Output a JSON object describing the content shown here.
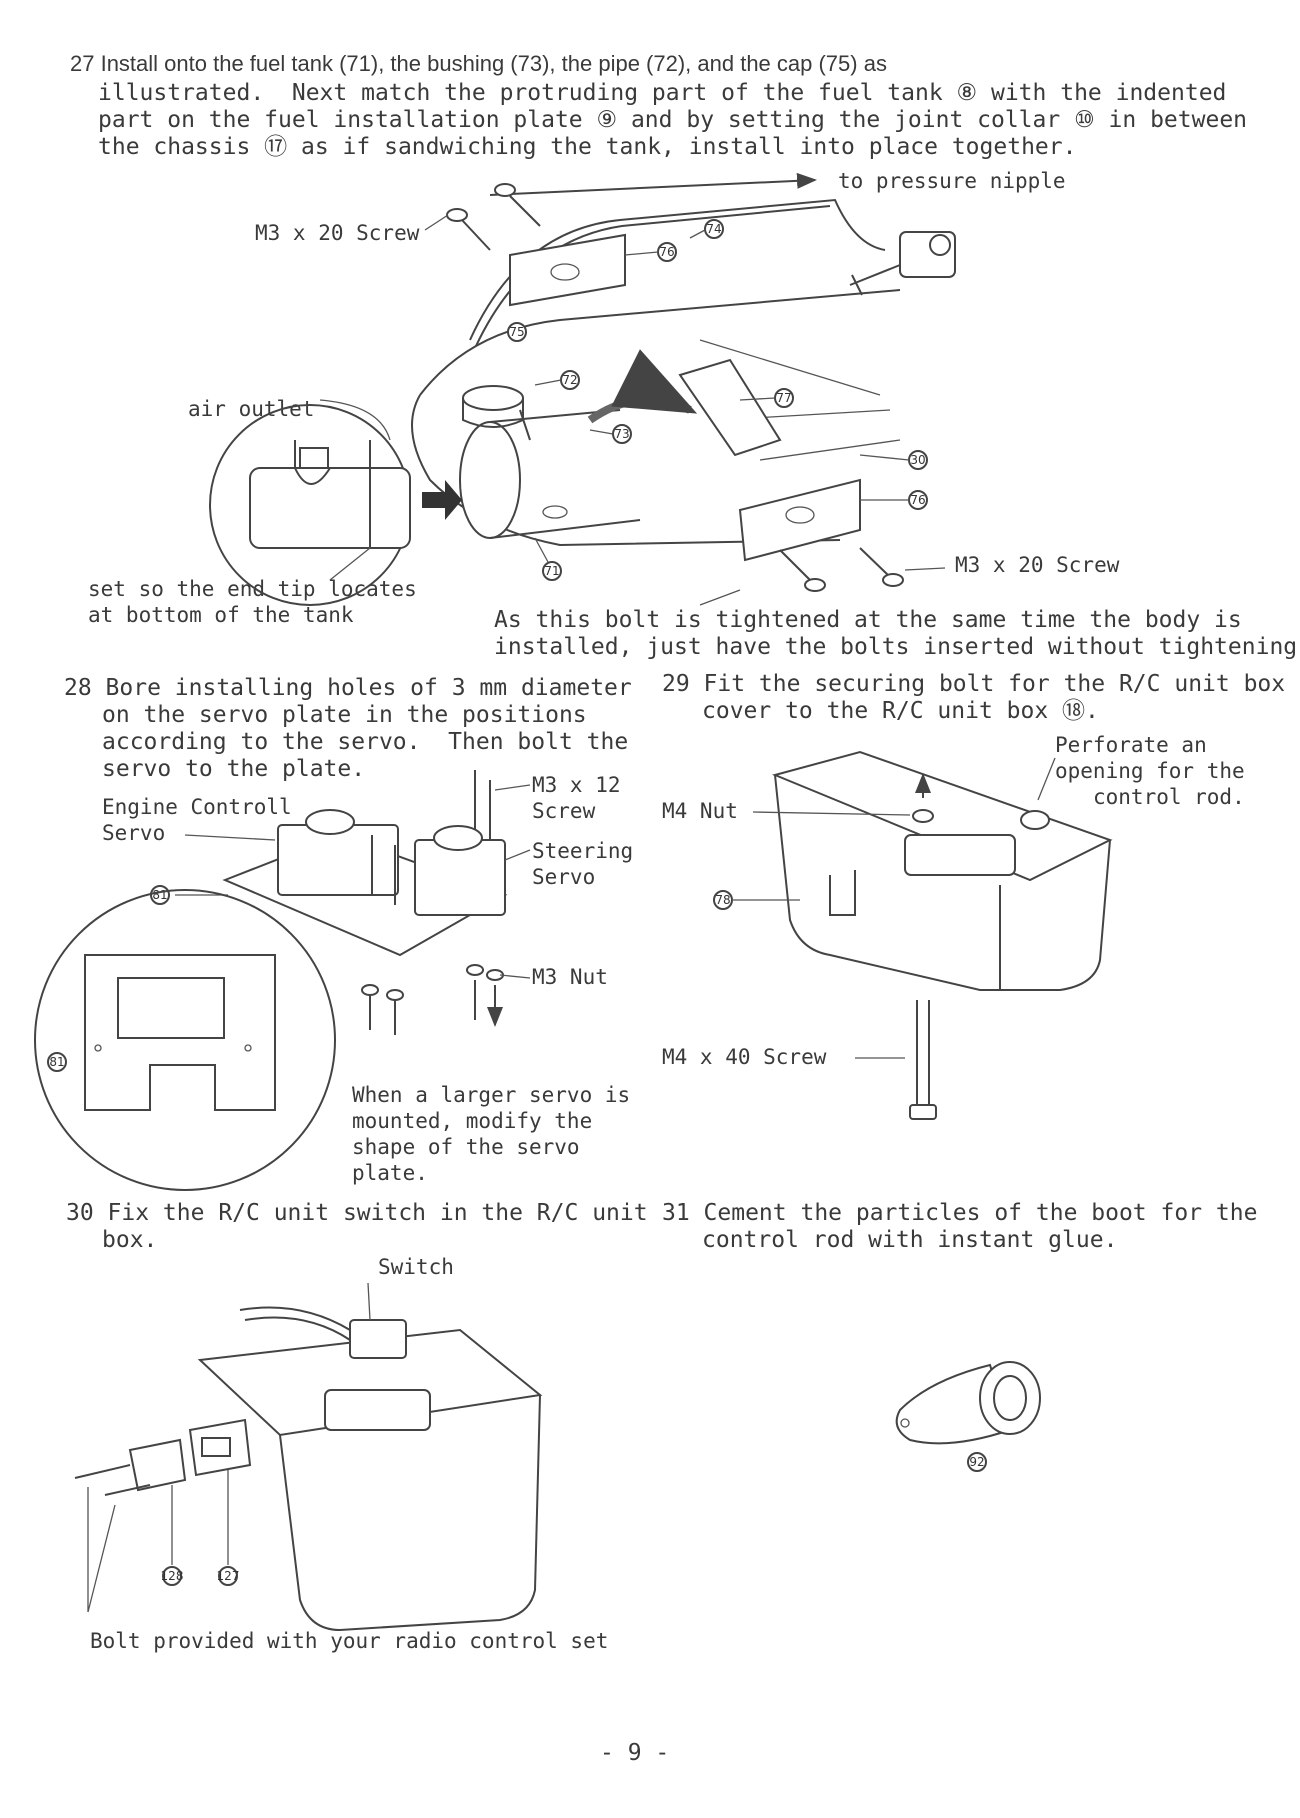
{
  "step27": {
    "line1": "27 Install onto the fuel tank (71), the bushing (73), the pipe (72), and the cap (75) as",
    "line2": "illustrated.  Next match the protruding part of the fuel tank ⑧ with the indented",
    "line3": "part on the fuel installation plate ⑨ and by setting the joint collar ⑩ in between",
    "line4": "the chassis ⑰ as if sandwiching the tank, install into place together.",
    "to_pressure_nipple": "to pressure nipple",
    "m3x20_screw_top": "M3 x 20 Screw",
    "m3x20_screw_bottom": "M3 x 20 Screw",
    "air_outlet": "air outlet",
    "set_tip_1": "set so the end tip locates",
    "set_tip_2": "at bottom of the tank",
    "bolt_note_1": "As this bolt is tightened at the same time the body is",
    "bolt_note_2": "installed, just have the bolts inserted without tightening.",
    "callouts": [
      "74",
      "75",
      "76",
      "72",
      "77",
      "73",
      "30",
      "76",
      "71"
    ]
  },
  "step28": {
    "line1": "28 Bore installing holes of 3 mm diameter",
    "line2": "on the servo plate in the positions",
    "line3": "according to the servo.  Then bolt the",
    "line4": "servo to the plate.",
    "engine_servo_1": "Engine Controll",
    "engine_servo_2": "Servo",
    "m3x12_1": "M3 x 12",
    "m3x12_2": "Screw",
    "steering_1": "Steering",
    "steering_2": "Servo",
    "m3_nut": "M3 Nut",
    "callout": "81",
    "note_1": "When a larger servo is",
    "note_2": "mounted, modify the",
    "note_3": "shape of the servo",
    "note_4": "plate."
  },
  "step29": {
    "line1": "29 Fit the securing bolt for the R/C unit box",
    "line2": "cover to the R/C unit box ⑱.",
    "perforate_1": "Perforate an",
    "perforate_2": "opening for the",
    "perforate_3": "control rod.",
    "m4_nut": "M4 Nut",
    "callout": "78",
    "m4x40": "M4 x 40 Screw"
  },
  "step30": {
    "line1": "30 Fix the R/C unit switch in the R/C unit",
    "line2": "box.",
    "switch": "Switch",
    "callouts": [
      "128",
      "127"
    ],
    "bolt_provided": "Bolt provided with your radio control set"
  },
  "step31": {
    "line1": "31 Cement the particles of the boot for the",
    "line2": "control rod with instant glue.",
    "callout": "92"
  },
  "page_number": "- 9 -"
}
